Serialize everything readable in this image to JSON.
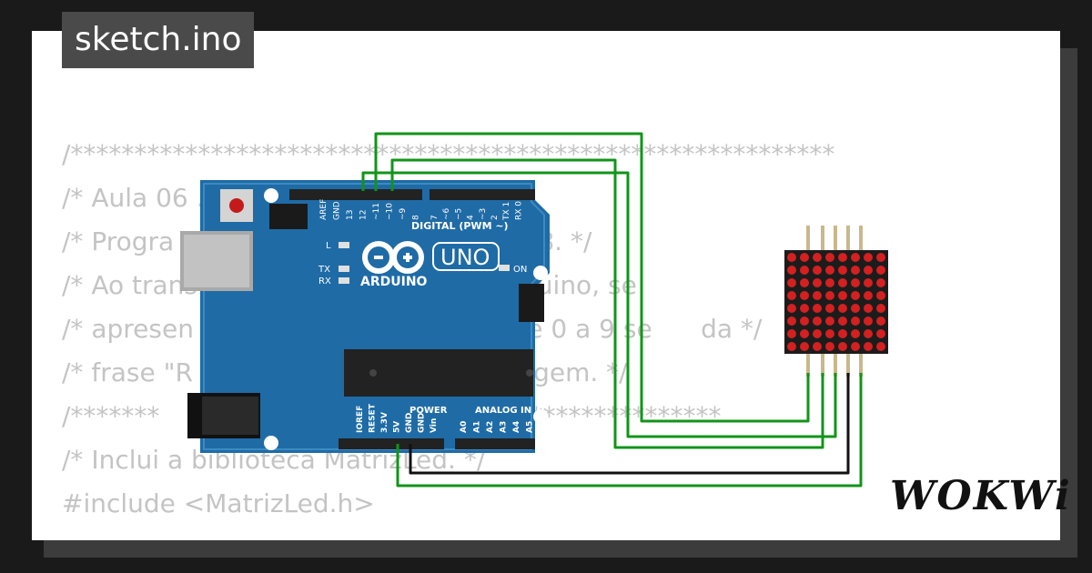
{
  "tab": {
    "filename": "sketch.ino"
  },
  "code_lines": [
    "/************************************************************",
    "/* Aula 06 ...",
    "/* Progra                             de LED 8x8. */",
    "/* Ao trans                           a seu Arduino, se",
    "/* apresen                            tagem de 0 a 9 se      da */",
    "/* frase \"R                           to de rolagem. */",
    "/*******                              *************************",
    "/* Inclui a biblioteca MatrizLed. */",
    "#include <MatrizLed.h>"
  ],
  "arduino": {
    "digital_label": "DIGITAL (PWM ~)",
    "brand": "ARDUINO",
    "model": "UNO",
    "on_label": "ON",
    "l_label": "L",
    "tx_label": "TX",
    "rx_label": "RX",
    "power_label": "POWER",
    "analog_label": "ANALOG IN",
    "top_pins": [
      "AREF",
      "GND",
      "13",
      "12",
      "~11",
      "~10",
      "~9",
      "8",
      "7",
      "~6",
      "~5",
      "4",
      "~3",
      "2",
      "TX 1",
      "RX 0"
    ],
    "bottom_pins": [
      "IOREF",
      "RESET",
      "3.3V",
      "5V",
      "GND",
      "GND",
      "Vin",
      "A0",
      "A1",
      "A2",
      "A3",
      "A4",
      "A5"
    ]
  },
  "logo": {
    "text": "WOKWi"
  },
  "colors": {
    "board": "#1f6ba6",
    "wire_green": "#12941a",
    "wire_black": "#111111",
    "matrix_dot": "#d42020"
  }
}
